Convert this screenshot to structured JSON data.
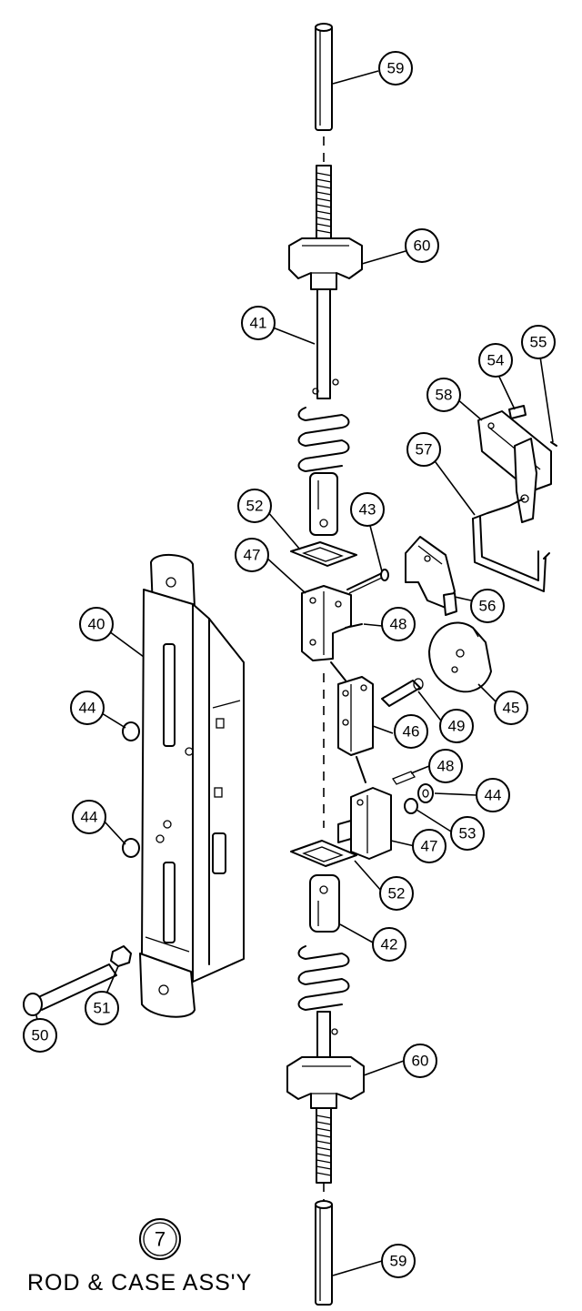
{
  "assembly": {
    "number": "7",
    "title": "ROD & CASE ASS'Y"
  },
  "callouts": {
    "c59_top": "59",
    "c60_top": "60",
    "c41": "41",
    "c54": "54",
    "c55": "55",
    "c58": "58",
    "c57": "57",
    "c52_top": "52",
    "c43": "43",
    "c47_top": "47",
    "c48_top": "48",
    "c56": "56",
    "c40": "40",
    "c44_a": "44",
    "c45": "45",
    "c49": "49",
    "c46": "46",
    "c48_bot": "48",
    "c44_b": "44",
    "c44_c": "44",
    "c53": "53",
    "c47_bot": "47",
    "c52_bot": "52",
    "c42": "42",
    "c51": "51",
    "c50": "50",
    "c60_bot": "60",
    "c59_bot": "59"
  }
}
